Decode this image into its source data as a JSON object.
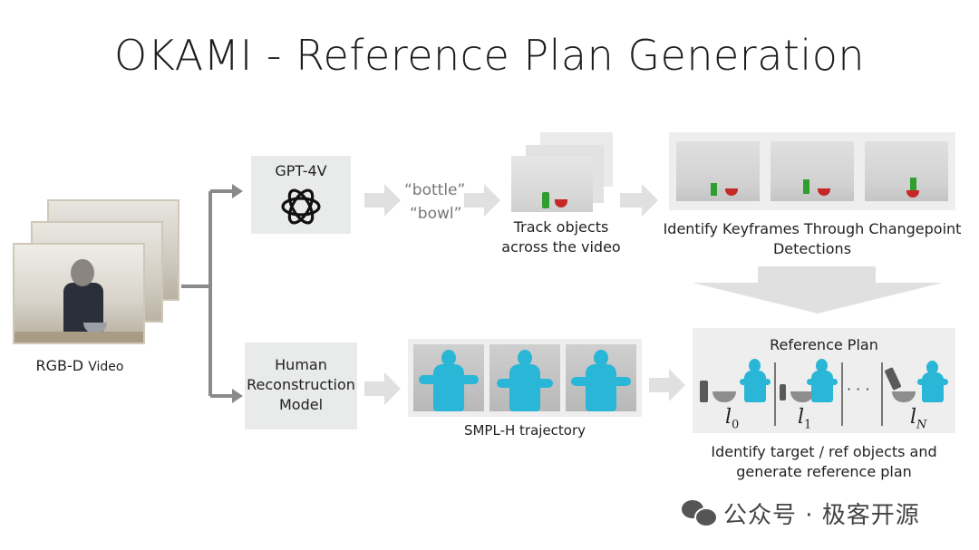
{
  "title": "OKAMI - Reference Plan Generation",
  "input": {
    "label_a": "RGB-D",
    "label_b": "Video"
  },
  "gpt": {
    "label": "GPT-4V",
    "icon": "openai-logo-icon"
  },
  "queries": {
    "q1": "“bottle”",
    "q2": "“bowl”"
  },
  "track": {
    "line1": "Track objects",
    "line2": "across the video"
  },
  "keyframes": {
    "line1": "Identify Keyframes Through Changepoint",
    "line2": "Detections"
  },
  "human": {
    "line1": "Human",
    "line2": "Reconstruction",
    "line3": "Model"
  },
  "smpl": {
    "label": "SMPL-H trajectory"
  },
  "plan": {
    "title": "Reference Plan",
    "l0": "l",
    "l0_sub": "0",
    "l1": "l",
    "l1_sub": "1",
    "ln": "l",
    "ln_sub": "N",
    "ellipsis": "· · ·",
    "line1": "Identify target / ref objects and",
    "line2": "generate reference plan"
  },
  "watermark": "公众号 · 极客开源",
  "colors": {
    "arrow": "#e0e0e0",
    "connector": "#8a8a8a",
    "human_fig": "#2ab6d6",
    "box": "#e9ebea",
    "bottle": "#2e9e2e",
    "bowl": "#c62828"
  }
}
